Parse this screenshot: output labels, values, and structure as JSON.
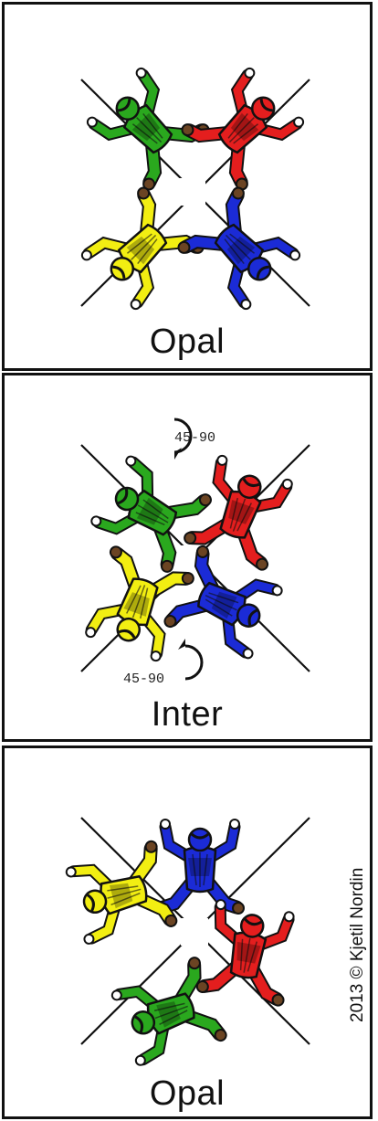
{
  "panels": [
    {
      "caption": "Opal"
    },
    {
      "caption": "Inter",
      "rotation_top": "45-90",
      "rotation_bottom": "45-90"
    },
    {
      "caption": "Opal"
    }
  ],
  "copyright": "2013 © Kjetil Nordin",
  "colors": {
    "green": "#2aa81e",
    "red": "#e41e1e",
    "yellow": "#f2ee12",
    "blue": "#1b2bd6",
    "skin": "#6b4423",
    "line": "#111111"
  },
  "icons": [
    "skydiver-green",
    "skydiver-red",
    "skydiver-yellow",
    "skydiver-blue",
    "rotation-arrow-icon"
  ]
}
